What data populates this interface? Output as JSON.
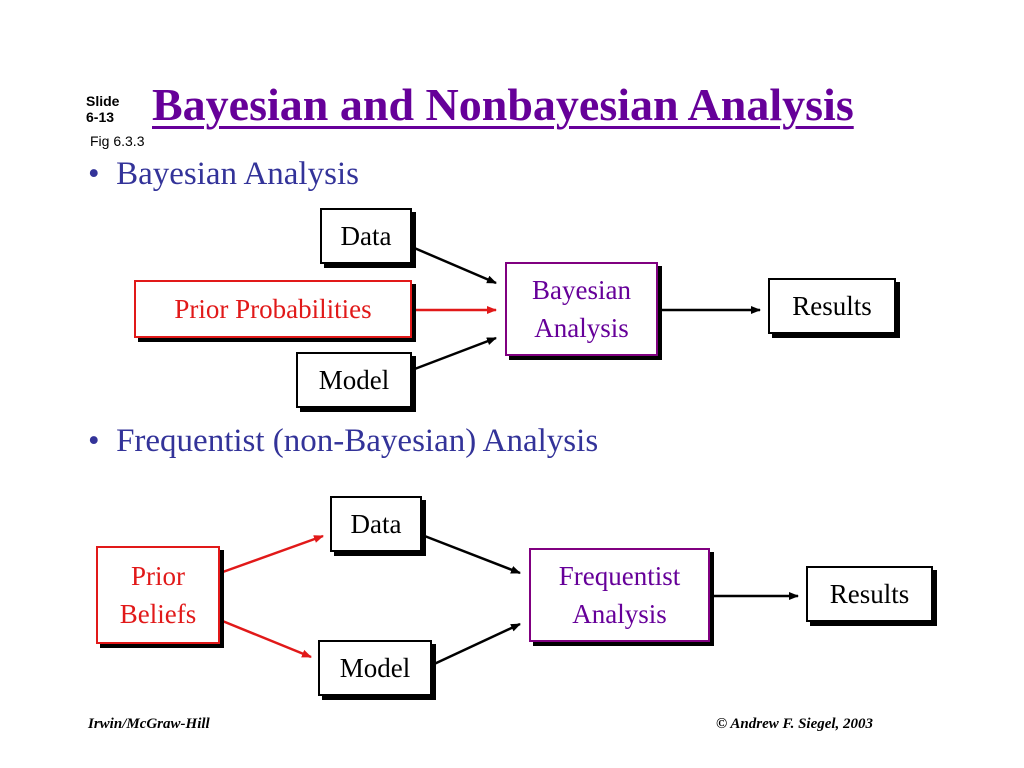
{
  "slide": {
    "label_line1": "Slide",
    "label_line2": "6-13",
    "fig": "Fig 6.3.3",
    "title": "Bayesian and Nonbayesian Analysis"
  },
  "bullets": [
    {
      "text": "Bayesian Analysis"
    },
    {
      "text": "Frequentist (non-Bayesian) Analysis"
    }
  ],
  "diagram1": {
    "data": "Data",
    "prior": "Prior Probabilities",
    "model": "Model",
    "analysis_line1": "Bayesian",
    "analysis_line2": "Analysis",
    "results": "Results"
  },
  "diagram2": {
    "data": "Data",
    "prior_line1": "Prior",
    "prior_line2": "Beliefs",
    "model": "Model",
    "analysis_line1": "Frequentist",
    "analysis_line2": "Analysis",
    "results": "Results"
  },
  "footer": {
    "left": "Irwin/McGraw-Hill",
    "right": "© Andrew F. Siegel, 2003"
  },
  "colors": {
    "title": "#660099",
    "bullet": "#333399",
    "prior": "#e11919",
    "analysis_border": "#800080"
  }
}
